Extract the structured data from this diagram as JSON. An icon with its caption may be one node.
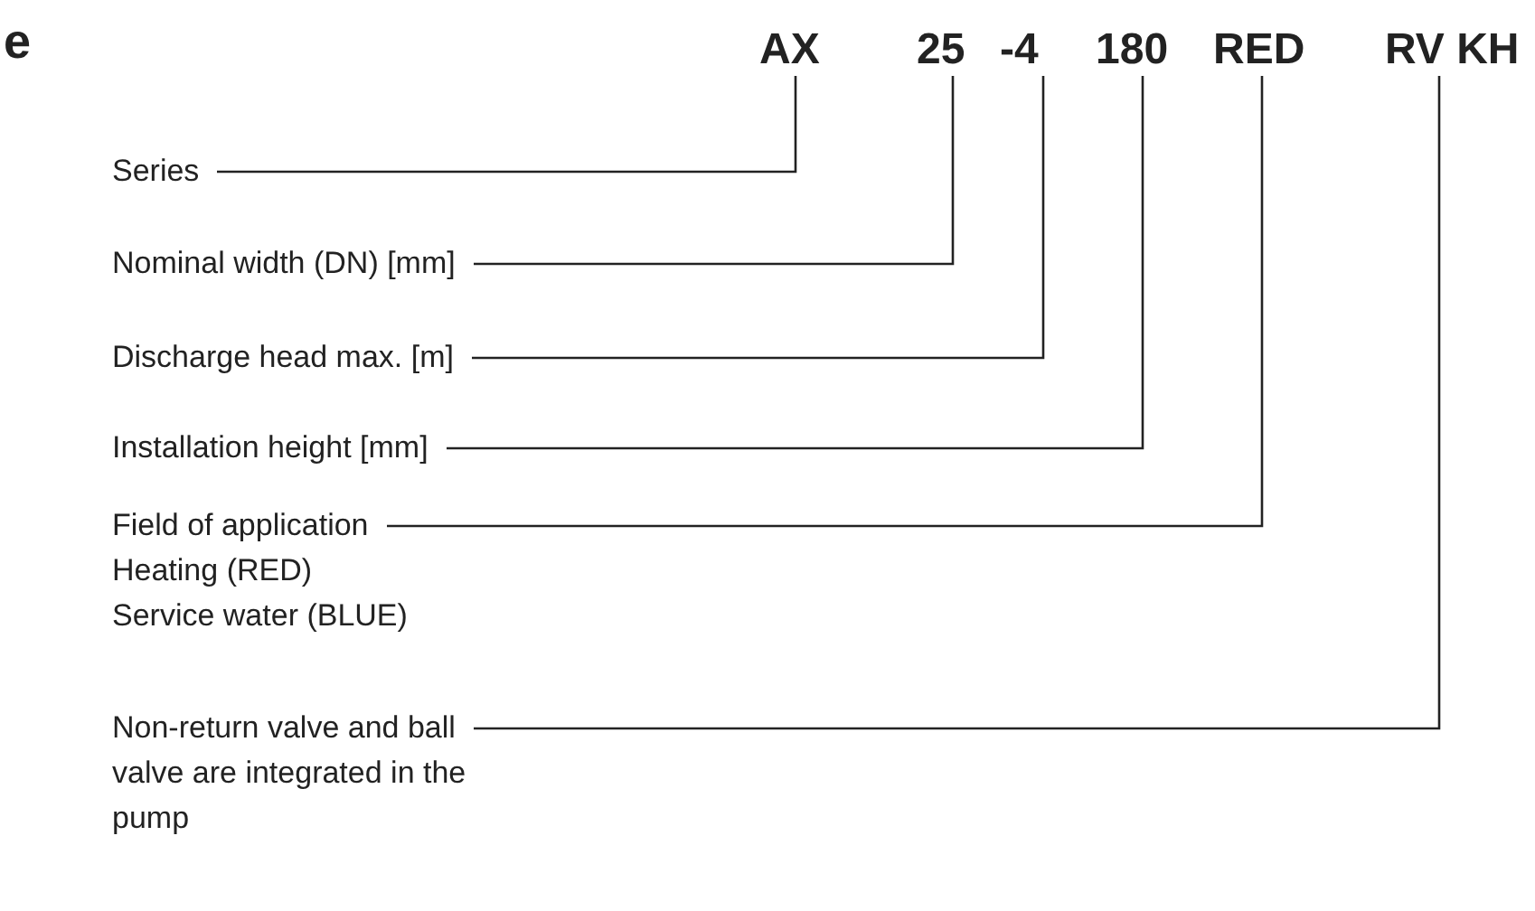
{
  "diagram": {
    "title": "e",
    "nodes": [
      {
        "text": [
          "AX"
        ]
      },
      {
        "text": [
          "25"
        ]
      },
      {
        "text": [
          "-4"
        ]
      },
      {
        "text": [
          "180"
        ]
      },
      {
        "text": [
          "RED"
        ]
      },
      {
        "text": [
          "RV KH"
        ]
      },
      {
        "text": [
          "Series"
        ]
      },
      {
        "text": [
          "Nominal width (DN) [mm]"
        ]
      },
      {
        "text": [
          "Discharge head max. [m]"
        ]
      },
      {
        "text": [
          "Installation height [mm]"
        ]
      },
      {
        "text": [
          "Field of application Heating (RED) Service water (BLUE)"
        ]
      },
      {
        "text": [
          "Non-return valve and ball valve are integrated in the pump"
        ]
      }
    ],
    "edges": [
      {
        "from": 6,
        "to": 0,
        "arrow": "none"
      },
      {
        "from": 7,
        "to": 1,
        "arrow": "none"
      },
      {
        "from": 8,
        "to": 2,
        "arrow": "none"
      },
      {
        "from": 9,
        "to": 3,
        "arrow": "none"
      },
      {
        "from": 10,
        "to": 4,
        "arrow": "none"
      },
      {
        "from": 11,
        "to": 5,
        "arrow": "none"
      }
    ]
  }
}
